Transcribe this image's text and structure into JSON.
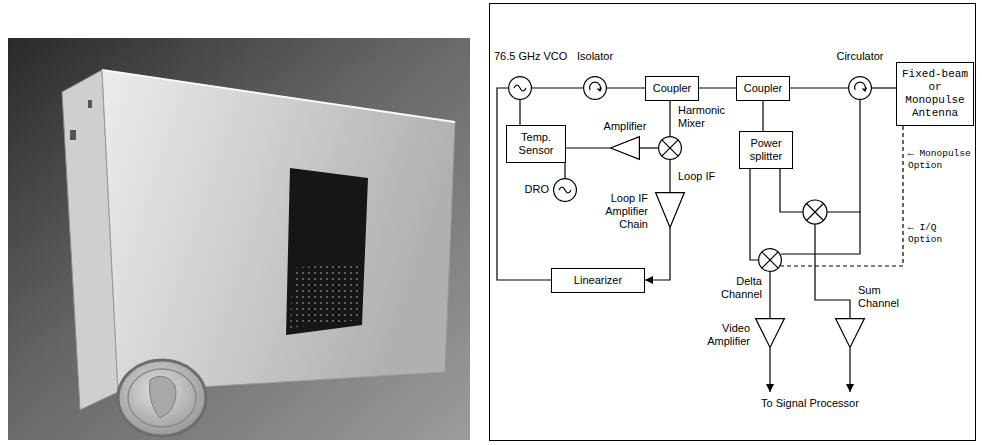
{
  "diagram": {
    "nodes": [
      {
        "text": [
          "76.5 GHz VCO"
        ]
      },
      {
        "text": [
          "Isolator"
        ]
      },
      {
        "text": [
          "Coupler"
        ]
      },
      {
        "text": [
          "Coupler"
        ]
      },
      {
        "text": [
          "Circulator"
        ]
      },
      {
        "text": [
          "Fixed-beam or Monopulse Antenna"
        ]
      },
      {
        "text": [
          "Harmonic Mixer"
        ]
      },
      {
        "text": [
          "Temp. Sensor"
        ]
      },
      {
        "text": [
          "Amplifier"
        ]
      },
      {
        "text": [
          "Power splitter"
        ]
      },
      {
        "text": [
          "DRO"
        ]
      },
      {
        "text": [
          "Loop IF Amplifier Chain"
        ]
      },
      {
        "text": [
          "Delta Channel"
        ]
      },
      {
        "text": [
          "Sum Channel"
        ]
      },
      {
        "text": [
          "Video Amplifier"
        ]
      },
      {
        "text": [
          "Linearizer"
        ]
      }
    ],
    "edges": [
      {
        "from": 0,
        "to": 1,
        "arrow": "none"
      },
      {
        "from": 1,
        "to": 2,
        "arrow": "none"
      },
      {
        "from": 2,
        "to": 3,
        "arrow": "none"
      },
      {
        "from": 3,
        "to": 4,
        "arrow": "none"
      },
      {
        "from": 4,
        "to": 5,
        "arrow": "none"
      },
      {
        "from": 0,
        "to": 7,
        "arrow": "none"
      },
      {
        "from": 2,
        "to": 6,
        "arrow": "none"
      },
      {
        "from": 8,
        "to": 6,
        "arrow": "none"
      },
      {
        "from": 10,
        "to": 8,
        "arrow": "none"
      },
      {
        "from": 6,
        "to": 11,
        "label": "Loop IF",
        "arrow": "none"
      },
      {
        "from": 11,
        "to": 15,
        "arrow": "to"
      },
      {
        "from": 15,
        "to": 0,
        "arrow": "none"
      },
      {
        "from": 3,
        "to": 9,
        "arrow": "none"
      },
      {
        "from": 9,
        "to": 12,
        "arrow": "none"
      },
      {
        "from": 5,
        "to": 12,
        "arrow": "none"
      },
      {
        "from": 12,
        "to": 14,
        "arrow": "none"
      }
    ],
    "labels": [
      "← Monopulse Option",
      "← I/Q Option",
      "To Signal Processor"
    ]
  }
}
